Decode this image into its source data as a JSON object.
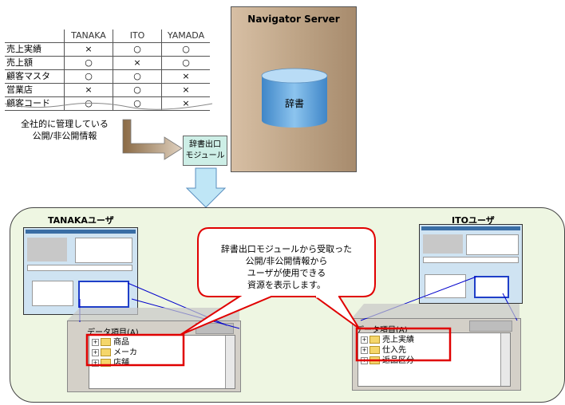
{
  "table": {
    "headers": [
      "",
      "TANAKA",
      "ITO",
      "YAMADA"
    ],
    "rows": [
      {
        "label": "売上実績",
        "cells": [
          "×",
          "○",
          "○"
        ]
      },
      {
        "label": "売上額",
        "cells": [
          "○",
          "×",
          "○"
        ]
      },
      {
        "label": "顧客マスタ",
        "cells": [
          "○",
          "○",
          "×"
        ]
      },
      {
        "label": "営業店",
        "cells": [
          "×",
          "○",
          "×"
        ]
      },
      {
        "label": "顧客コード",
        "cells": [
          "○",
          "○",
          "×"
        ]
      }
    ]
  },
  "caption": {
    "line1": "全社的に管理している",
    "line2": "公開/非公開情報"
  },
  "server": {
    "title": "Navigator Server",
    "db_label": "辞書"
  },
  "module": {
    "line1": "辞書出口",
    "line2": "モジュール"
  },
  "bubble": {
    "line1": "辞書出口モジュールから受取った",
    "line2": "公開/非公開情報から",
    "line3": "ユーザが使用できる",
    "line4": "資源を表示します。"
  },
  "users": {
    "left": {
      "label": "TANAKAユーザ",
      "tree_header": "データ項目(A)",
      "items": [
        "商品",
        "メーカ",
        "店舗"
      ]
    },
    "right": {
      "label": "ITOユーザ",
      "tree_header": "データ項目(A)",
      "items": [
        "売上実績",
        "仕入先",
        "返品区分"
      ]
    }
  },
  "colors": {
    "server": "#bda385",
    "panel": "#eef6e2",
    "highlight": "#e00000",
    "connector": "#0000cc",
    "module": "#cdeee6"
  }
}
